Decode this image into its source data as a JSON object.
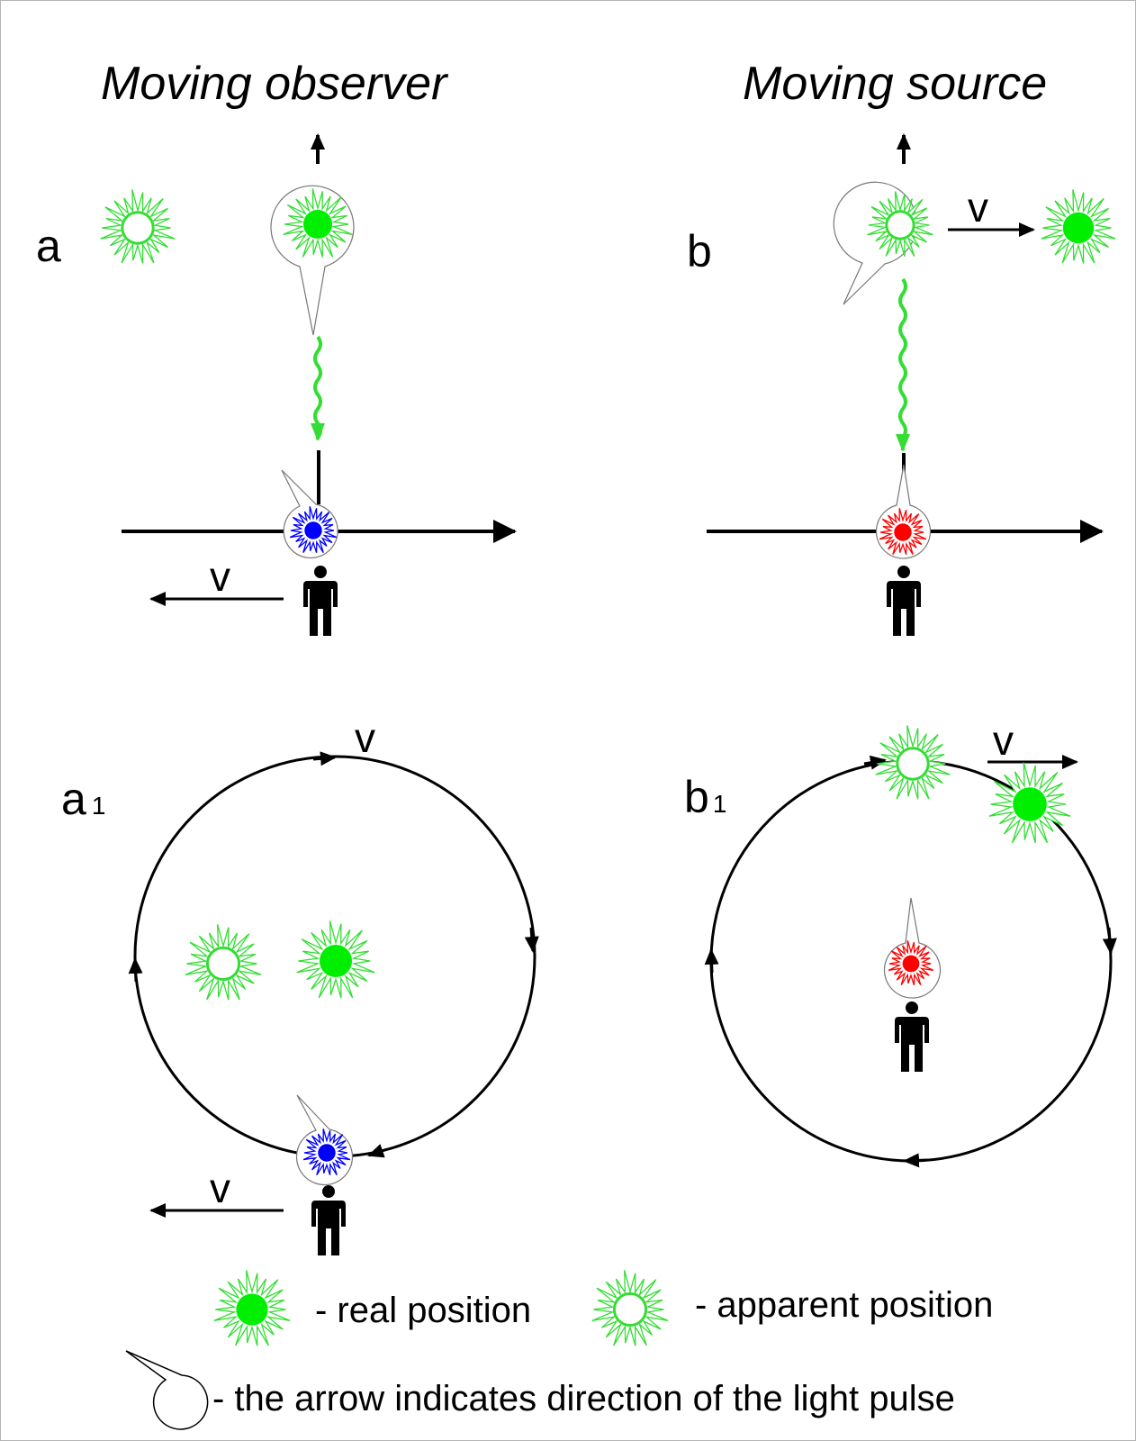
{
  "titles": {
    "left": "Moving observer",
    "right": "Moving source"
  },
  "panels": {
    "a": {
      "letter": "a",
      "subscript": ""
    },
    "b": {
      "letter": "b",
      "subscript": ""
    },
    "a1": {
      "letter": "a",
      "subscript": "1"
    },
    "b1": {
      "letter": "b",
      "subscript": "1"
    }
  },
  "velocity_label": "v",
  "legend": {
    "real": "- real position",
    "apparent": "- apparent position",
    "pulse": "- the arrow indicates direction of the light pulse"
  },
  "colors": {
    "star_ray": "#33dd33",
    "star_core_filled": "#00ee00",
    "observer_blue": "#0000ff",
    "source_red": "#ff0000",
    "line": "#000000",
    "bubble_border": "#777777"
  },
  "icons": [
    "star-real-icon",
    "star-apparent-icon",
    "light-bubble-icon",
    "person-icon",
    "wavy-light-ray-icon"
  ]
}
